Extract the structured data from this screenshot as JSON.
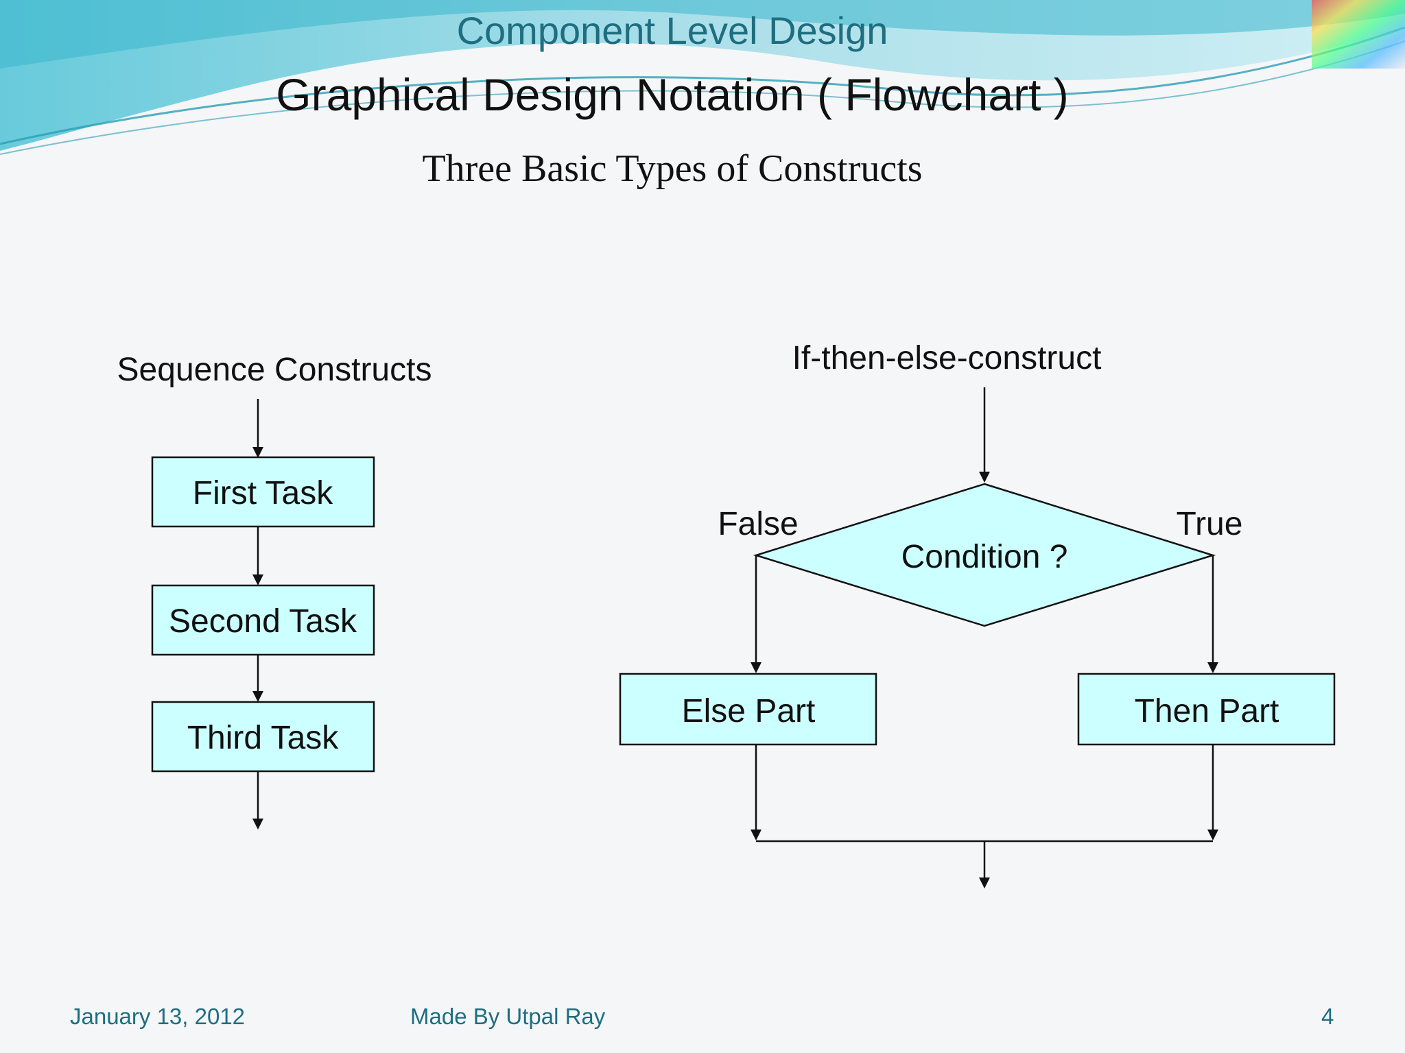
{
  "header": {
    "title": "Component Level Design",
    "subtitle": "Graphical Design Notation ( Flowchart )",
    "section": "Three Basic Types of Constructs"
  },
  "sequence": {
    "title": "Sequence Constructs",
    "tasks": [
      "First Task",
      "Second Task",
      "Third Task"
    ]
  },
  "if_then_else": {
    "title": "If-then-else-construct",
    "condition": "Condition ?",
    "false_label": "False",
    "true_label": "True",
    "else_part": "Else Part",
    "then_part": "Then Part"
  },
  "footer": {
    "date": "January 13, 2012",
    "author": "Made By Utpal Ray",
    "page": "4"
  },
  "colors": {
    "accent": "#1e6e80",
    "box_fill": "#ccffff",
    "wave": "#5cc8dc"
  }
}
